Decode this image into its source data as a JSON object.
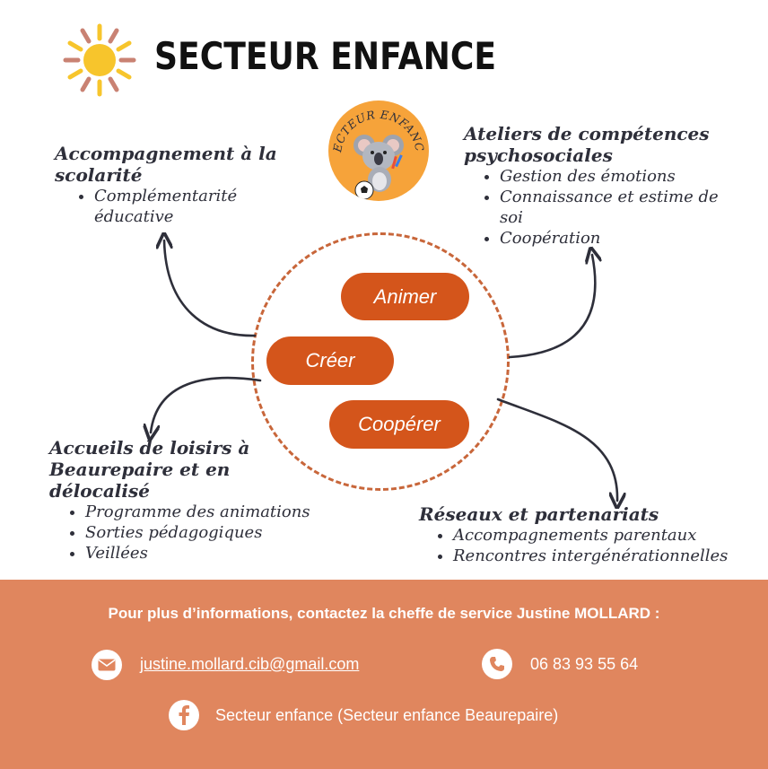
{
  "header": {
    "title": "SECTEUR ENFANCE",
    "logo_text": "SECTEUR ENFANCE"
  },
  "sections": {
    "top_left": {
      "title": "Accompagnement à la scolarité",
      "items": [
        "Complémentarité éducative"
      ]
    },
    "top_right": {
      "title": "Ateliers de compétences psychosociales",
      "items": [
        "Gestion des émotions",
        "Connaissance et estime de soi",
        "Coopération"
      ]
    },
    "bottom_left": {
      "title": "Accueils de loisirs à Beaurepaire et en délocalisé",
      "items": [
        "Programme des animations",
        "Sorties pédagogiques",
        "Veillées"
      ]
    },
    "bottom_right": {
      "title": "Réseaux et partenariats",
      "items": [
        "Accompagnements parentaux",
        "Rencontres intergénérationnelles"
      ]
    }
  },
  "center": {
    "pills": [
      "Animer",
      "Créer",
      "Coopérer"
    ]
  },
  "footer": {
    "intro": "Pour plus d’informations, contactez la cheffe de service Justine MOLLARD :",
    "email": "justine.mollard.cib@gmail.com",
    "phone": "06 83 93 55 64",
    "facebook": "Secteur enfance (Secteur enfance Beaurepaire)"
  },
  "colors": {
    "accent": "#d4551b",
    "footer_bg": "#e0865e",
    "sun_yellow": "#f7c52c",
    "sun_rays_pink": "#c98273",
    "logo_bg": "#f6a33a",
    "dashed_circle": "#c8663a"
  },
  "icons": {
    "sun": "sun-icon",
    "email": "envelope-icon",
    "phone": "phone-icon",
    "facebook": "facebook-icon",
    "koala": "koala-illustration"
  }
}
